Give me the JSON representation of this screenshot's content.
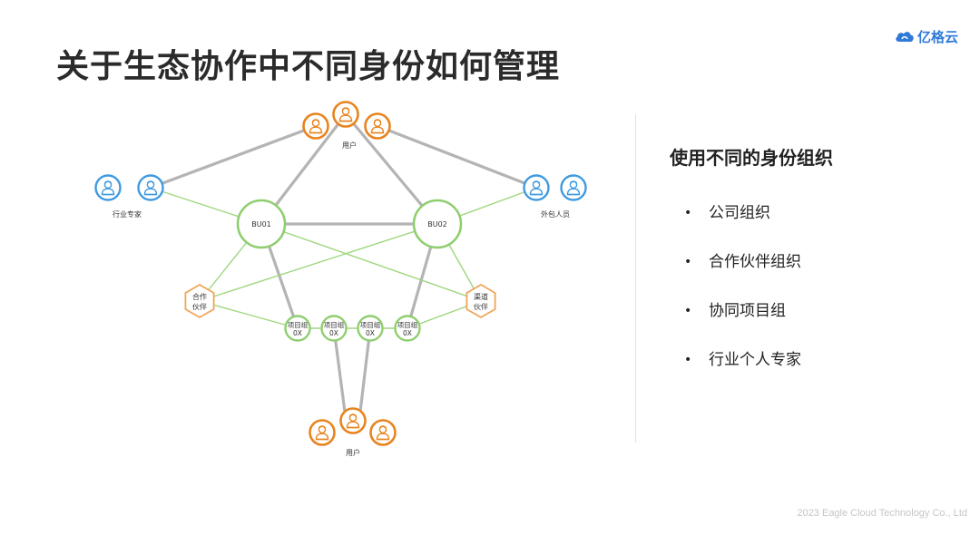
{
  "slide": {
    "title": "关于生态协作中不同身份如何管理",
    "logo_text": "亿格云",
    "footer": "2023 Eagle Cloud Technology Co., Ltd"
  },
  "diagram": {
    "nodes": {
      "users_top": "用户",
      "experts": "行业专家",
      "outsourced": "外包人员",
      "bu01": "BU01",
      "bu02": "BU02",
      "partner_line1": "合作",
      "partner_line2": "伙伴",
      "channel_line1": "渠道",
      "channel_line2": "伙伴",
      "projects": [
        {
          "line1": "项目组",
          "line2": "0X"
        },
        {
          "line1": "项目组",
          "line2": "0X"
        },
        {
          "line1": "项目组",
          "line2": "0X"
        },
        {
          "line1": "项目组",
          "line2": "0X"
        }
      ],
      "users_bottom": "用户"
    },
    "colors": {
      "user_orange": "#e8841f",
      "person_blue": "#3f9ae0",
      "bu_green": "#8fce6f",
      "edge_gray": "#b4b4b4",
      "edge_green": "#9fd67f"
    }
  },
  "panel": {
    "heading": "使用不同的身份组织",
    "items": [
      {
        "bullet": "•",
        "label": "公司组织"
      },
      {
        "bullet": "•",
        "label": "合作伙伴组织"
      },
      {
        "bullet": "•",
        "label": "协同项目组"
      },
      {
        "bullet": "•",
        "label": "行业个人专家"
      }
    ]
  }
}
